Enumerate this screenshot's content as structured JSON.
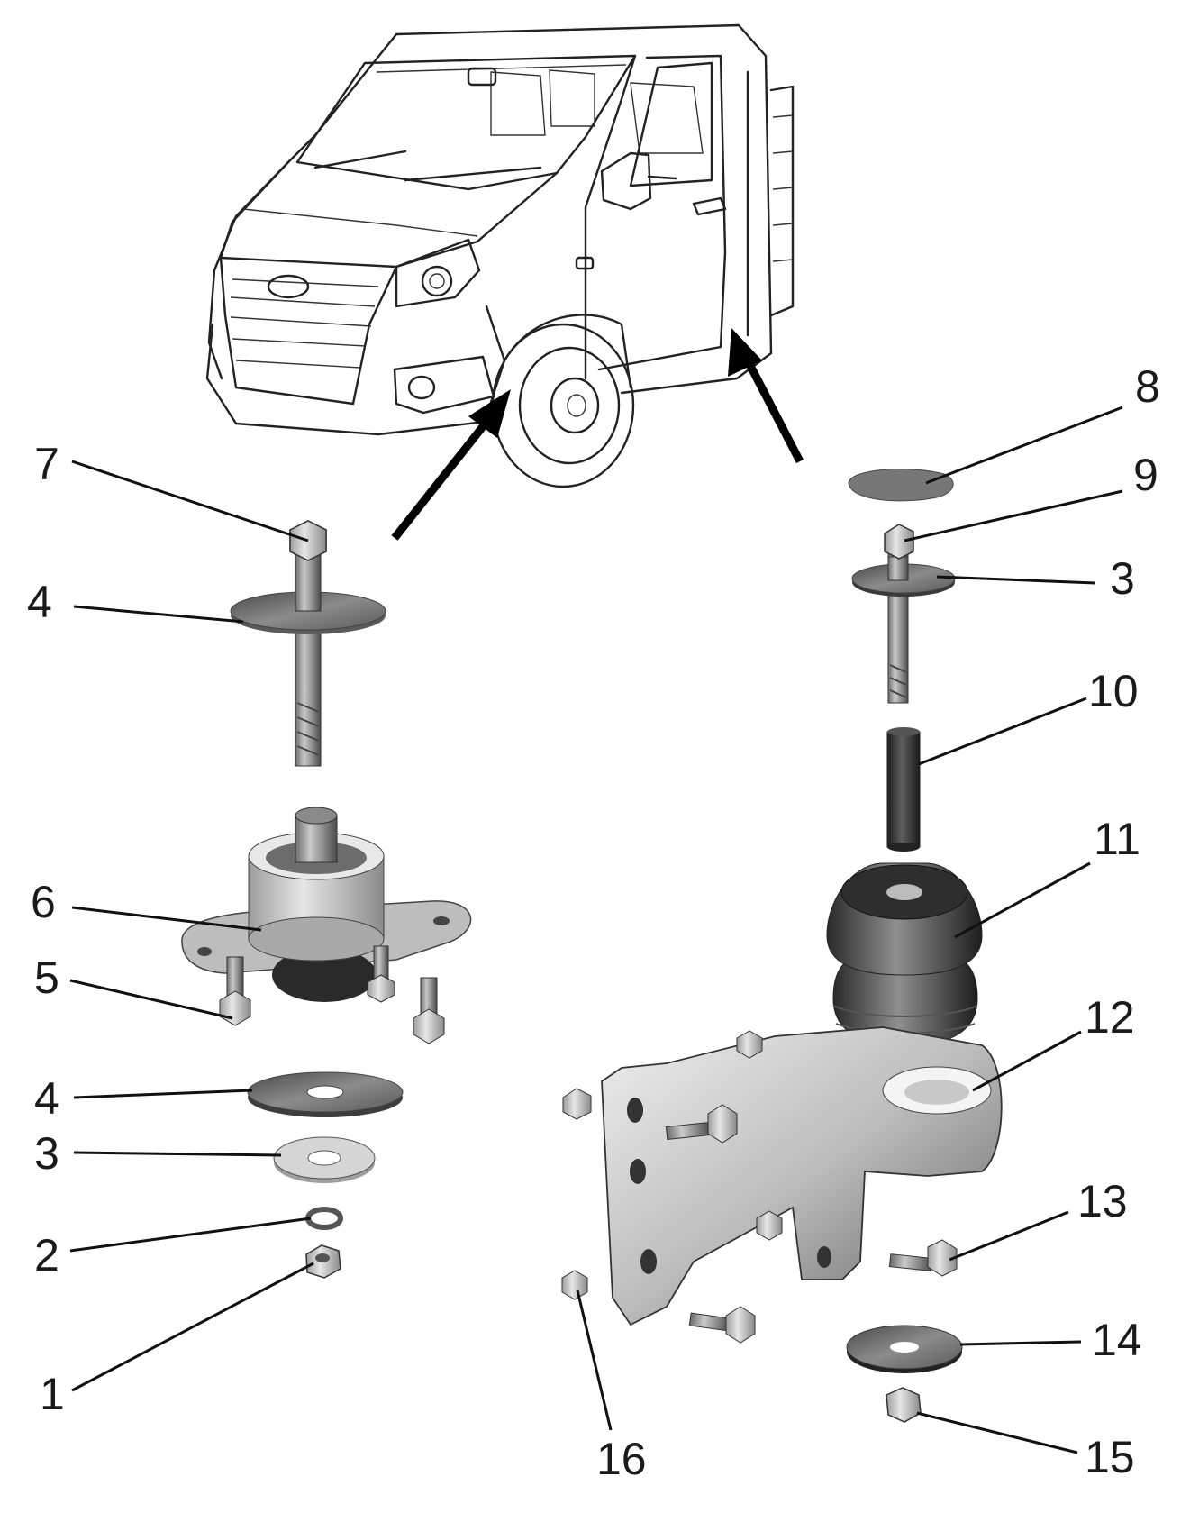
{
  "figure": {
    "callouts": [
      {
        "id": "c1",
        "label": "1"
      },
      {
        "id": "c2",
        "label": "2"
      },
      {
        "id": "c3a",
        "label": "3"
      },
      {
        "id": "c3b",
        "label": "3"
      },
      {
        "id": "c4a",
        "label": "4"
      },
      {
        "id": "c4b",
        "label": "4"
      },
      {
        "id": "c5",
        "label": "5"
      },
      {
        "id": "c6",
        "label": "6"
      },
      {
        "id": "c7",
        "label": "7"
      },
      {
        "id": "c8",
        "label": "8"
      },
      {
        "id": "c9",
        "label": "9"
      },
      {
        "id": "c10",
        "label": "10"
      },
      {
        "id": "c11",
        "label": "11"
      },
      {
        "id": "c12",
        "label": "12"
      },
      {
        "id": "c13",
        "label": "13"
      },
      {
        "id": "c14",
        "label": "14"
      },
      {
        "id": "c15",
        "label": "15"
      },
      {
        "id": "c16",
        "label": "16"
      }
    ]
  }
}
